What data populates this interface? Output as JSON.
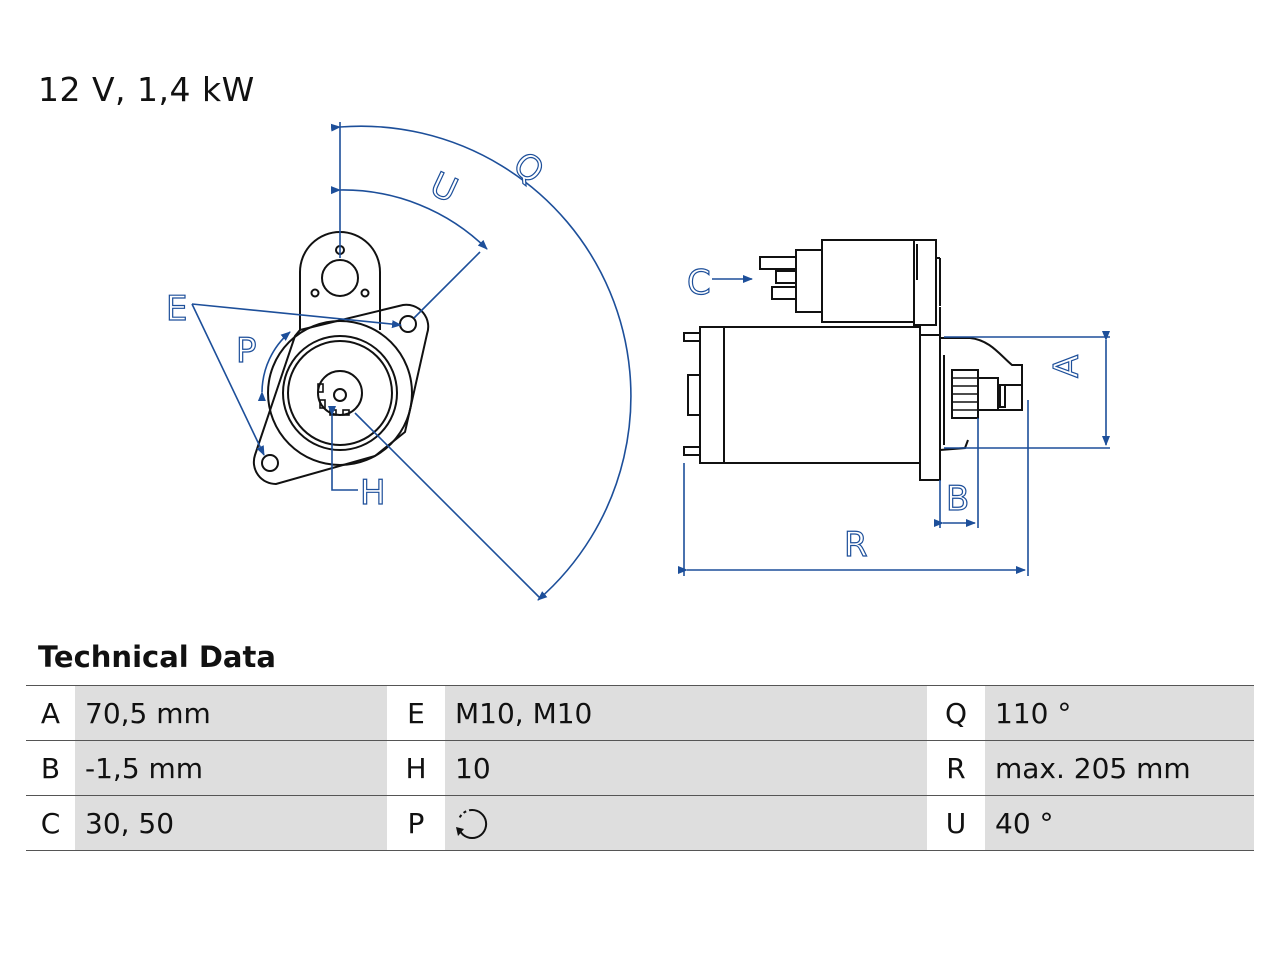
{
  "header": {
    "title": "12 V, 1,4 kW"
  },
  "diagram": {
    "labels": {
      "E": "E",
      "P": "P",
      "H": "H",
      "U": "U",
      "Q": "Q",
      "C": "C",
      "A": "A",
      "B": "B",
      "R": "R"
    },
    "colors": {
      "outline": "#111111",
      "dimension": "#1d4f9a"
    }
  },
  "technical_data": {
    "title": "Technical Data",
    "rows": [
      [
        {
          "key": "A",
          "value": "70,5 mm"
        },
        {
          "key": "E",
          "value": "M10, M10"
        },
        {
          "key": "Q",
          "value": "110 °"
        }
      ],
      [
        {
          "key": "B",
          "value": "-1,5 mm"
        },
        {
          "key": "H",
          "value": "10"
        },
        {
          "key": "R",
          "value": "max. 205 mm"
        }
      ],
      [
        {
          "key": "C",
          "value": "30, 50"
        },
        {
          "key": "P",
          "value": "",
          "icon": "clockwise-rotation-icon"
        },
        {
          "key": "U",
          "value": "40 °"
        }
      ]
    ]
  }
}
